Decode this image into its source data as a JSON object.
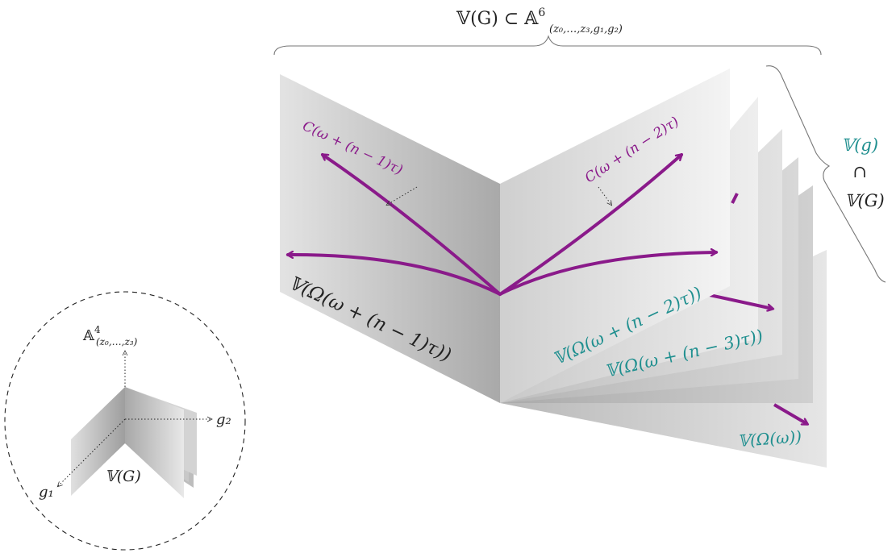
{
  "top_brace": {
    "label_main": "𝕍(G) ⊂ 𝔸",
    "label_sup": "6",
    "label_sub": "(z₀,…,z₃,g₁,g₂)"
  },
  "right_brace": {
    "line1": "𝕍(g)",
    "line2": "∩",
    "line3": "𝕍(G)"
  },
  "curves": {
    "c_left": "C(ω + (n − 1)τ)",
    "c_right": "C(ω + (n − 2)τ)"
  },
  "sheets": {
    "left_sheet": "𝕍(Ω(ω + (n − 1)τ))",
    "sheet_n2": "𝕍(Ω(ω + (n − 2)τ))",
    "sheet_n3": "𝕍(Ω(ω + (n − 3)τ))",
    "sheet_last": "𝕍(Ω(ω))"
  },
  "inset": {
    "axis_label_main": "𝔸",
    "axis_label_sup": "4",
    "axis_label_sub": "(z₀,…,z₃)",
    "g1": "g₁",
    "g2": "g₂",
    "vg": "𝕍(G)"
  },
  "colors": {
    "curve": "#8a1a8a",
    "teal": "#1f8f8f",
    "brace": "#777777",
    "text": "#222222"
  }
}
